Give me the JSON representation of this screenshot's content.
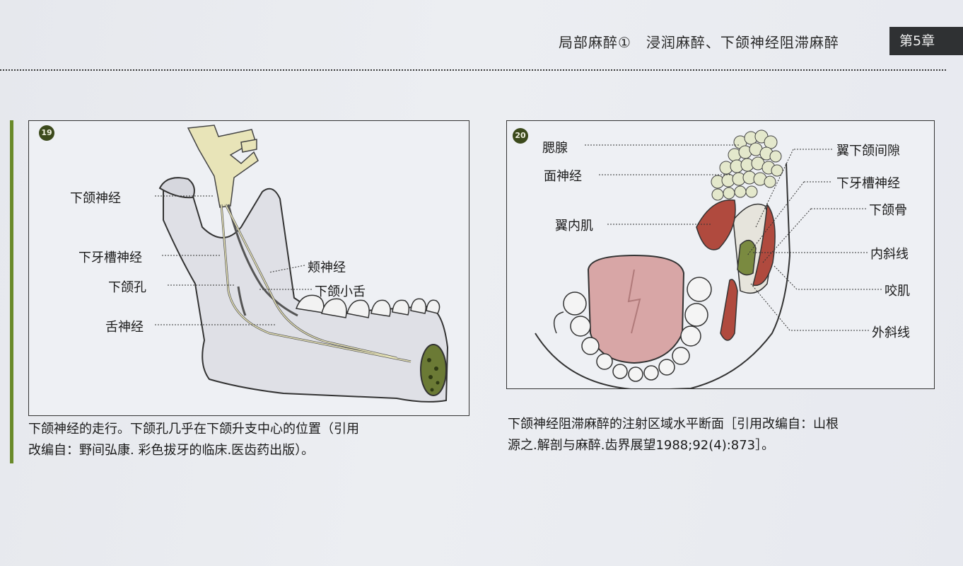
{
  "header": {
    "title": "局部麻醉①　浸润麻醉、下颌神经阻滞麻醉",
    "chapter": "第5章"
  },
  "figure1": {
    "number": "19",
    "labels": {
      "mandibular_nerve": "下颌神经",
      "inferior_alveolar_nerve": "下牙槽神经",
      "mandibular_foramen": "下颌孔",
      "lingual_nerve": "舌神经",
      "buccal_nerve": "颊神经",
      "lingula": "下颌小舌"
    },
    "caption_line1": "下颌神经的走行。下颌孔几乎在下颌升支中心的位置（引用",
    "caption_line2": "改编自：野间弘康. 彩色拔牙的临床.医齿药出版）。"
  },
  "figure2": {
    "number": "20",
    "labels": {
      "parotid": "腮腺",
      "facial_nerve": "面神经",
      "medial_pterygoid": "翼内肌",
      "pterygomandibular_space": "翼下颌间隙",
      "inferior_alveolar_nerve": "下牙槽神经",
      "mandible": "下颌骨",
      "internal_oblique_line": "内斜线",
      "masseter": "咬肌",
      "external_oblique_line": "外斜线"
    },
    "caption_line1": "下颌神经阻滞麻醉的注射区域水平断面［引用改编自：山根",
    "caption_line2": "源之.解剖与麻醉.齿界展望1988;92(4):873］。"
  },
  "colors": {
    "accent_green": "#6a8a2a",
    "nerve_yellow": "#e8e4b8",
    "muscle_red": "#b04a3e",
    "tongue_pink": "#d8a6a6"
  }
}
